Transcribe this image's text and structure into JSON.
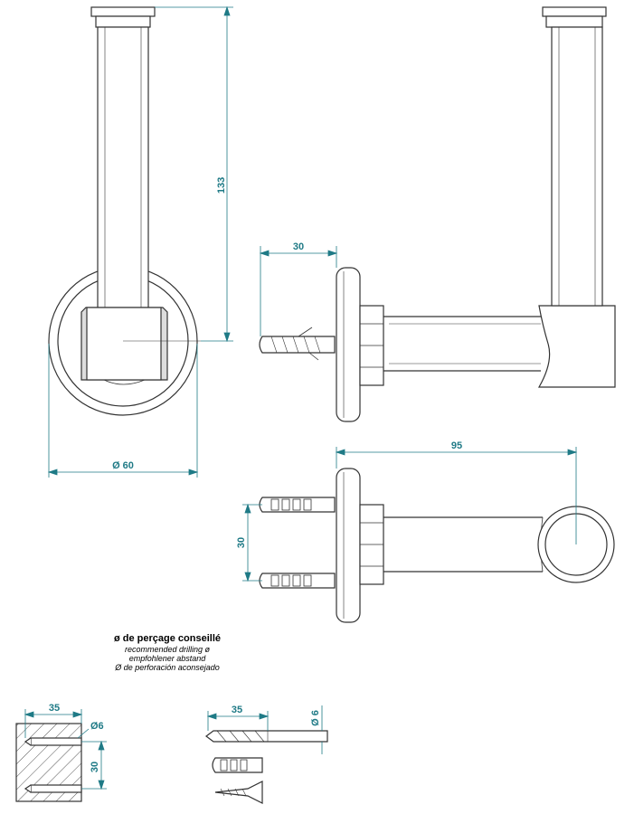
{
  "dimensions": {
    "height": "133",
    "base_diameter": "Ø 60",
    "plug_depth": "30",
    "projection": "95",
    "fixing_spacing": "30",
    "detail_width": "35",
    "detail_hole": "Ø6",
    "detail_spacing": "30",
    "drill_length": "35",
    "drill_diameter": "Ø 6"
  },
  "caption": {
    "title": "ø de perçage conseillé",
    "english": "recommended drilling ø",
    "german": "empfohlener abstand",
    "spanish": "Ø de perforación aconsejado"
  },
  "colors": {
    "line": "#333333",
    "dimension": "#1f7a86"
  }
}
